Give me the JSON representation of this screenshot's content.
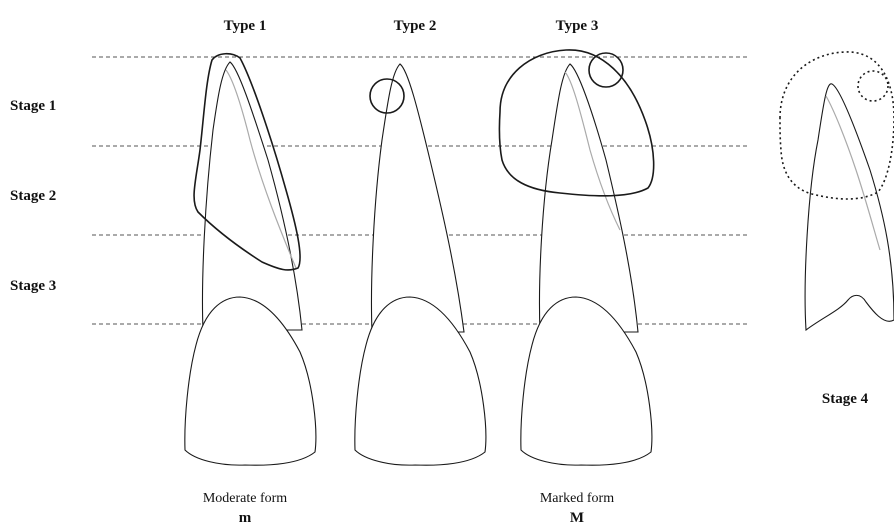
{
  "types": [
    "Type 1",
    "Type 2",
    "Type 3"
  ],
  "stages": [
    "Stage 1",
    "Stage 2",
    "Stage 3"
  ],
  "stage4": "Stage 4",
  "captions": {
    "moderate": {
      "label": "Moderate form",
      "code": "m"
    },
    "marked": {
      "label": "Marked form",
      "code": "M"
    }
  }
}
